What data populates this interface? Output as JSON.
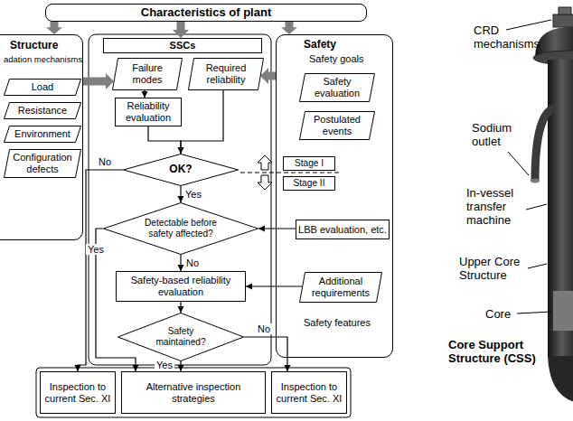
{
  "diagram": {
    "nodes": [
      {
        "text": [
          "Characteristics of plant"
        ]
      },
      {
        "text": [
          "Structure",
          "adation mechanisms"
        ]
      },
      {
        "text": [
          "Load"
        ],
        "in": 1
      },
      {
        "text": [
          "Resistance"
        ],
        "in": 1
      },
      {
        "text": [
          "Environment"
        ],
        "in": 1
      },
      {
        "text": [
          "Configuration defects"
        ],
        "in": 1
      },
      {
        "text": [
          "SSCs"
        ]
      },
      {
        "text": [
          "Failure modes"
        ]
      },
      {
        "text": [
          "Required reliability"
        ]
      },
      {
        "text": [
          "Reliability evaluation"
        ]
      },
      {
        "text": [
          "Safety",
          "Safety goals",
          "Safety features"
        ]
      },
      {
        "text": [
          "Safety evaluation"
        ],
        "in": 10
      },
      {
        "text": [
          "Postulated events"
        ],
        "in": 10
      },
      {
        "text": [
          "OK?"
        ]
      },
      {
        "text": [
          "Stage I"
        ],
        "in": 10
      },
      {
        "text": [
          "Stage II"
        ],
        "in": 10
      },
      {
        "text": [
          "LBB evaluation, etc."
        ],
        "in": 10
      },
      {
        "text": [
          "Detectable before safety affected?"
        ]
      },
      {
        "text": [
          "Safety-based reliability evaluation"
        ]
      },
      {
        "text": [
          "Additional requirements"
        ],
        "in": 10
      },
      {
        "text": [
          "Safety maintained?"
        ]
      },
      {
        "text": [
          "Inspection to current Sec. XI"
        ]
      },
      {
        "text": [
          "Alternative inspection strategies"
        ]
      },
      {
        "text": [
          "Inspection to current Sec. XI"
        ]
      }
    ],
    "edges": [
      {
        "from": 0,
        "to": 1,
        "arrow": "to"
      },
      {
        "from": 0,
        "to": 6,
        "arrow": "to"
      },
      {
        "from": 0,
        "to": 10,
        "arrow": "to"
      },
      {
        "from": 1,
        "to": 7,
        "arrow": "to"
      },
      {
        "from": 10,
        "to": 8,
        "arrow": "to"
      },
      {
        "from": 7,
        "to": 9,
        "arrow": "to"
      },
      {
        "from": 8,
        "to": 13,
        "arrow": "to"
      },
      {
        "from": 9,
        "to": 13,
        "arrow": "to"
      },
      {
        "from": 13,
        "to": 21,
        "label": "No",
        "arrow": "to"
      },
      {
        "from": 13,
        "to": 17,
        "label": "Yes",
        "arrow": "to"
      },
      {
        "from": 16,
        "to": 17,
        "arrow": "to"
      },
      {
        "from": 17,
        "to": 22,
        "label": "Yes",
        "arrow": "to"
      },
      {
        "from": 17,
        "to": 18,
        "label": "No",
        "arrow": "to"
      },
      {
        "from": 19,
        "to": 18,
        "arrow": "to"
      },
      {
        "from": 18,
        "to": 20,
        "arrow": "to"
      },
      {
        "from": 20,
        "to": 22,
        "label": "Yes",
        "arrow": "to"
      },
      {
        "from": 20,
        "to": 23,
        "label": "No",
        "arrow": "to"
      }
    ],
    "labels": [
      "CRD mechanisms",
      "Sodium outlet",
      "In-vessel transfer machine",
      "Upper Core Structure",
      "Core",
      "Core Support Structure (CSS)"
    ]
  }
}
